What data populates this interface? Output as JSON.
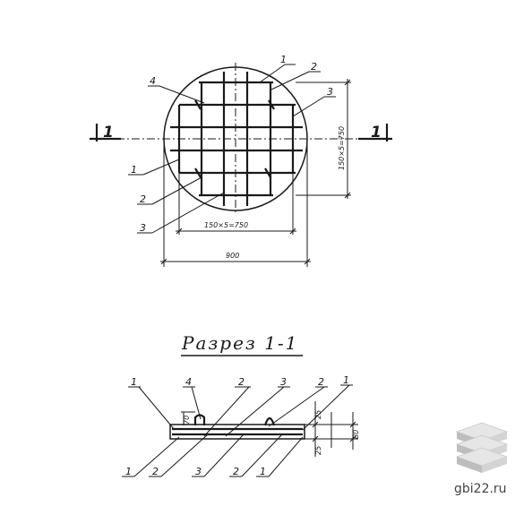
{
  "plan": {
    "section_mark_left": "1",
    "section_mark_right": "1",
    "callouts": {
      "top_1": "1",
      "top_2": "2",
      "top_3": "3",
      "top_4": "4",
      "left_1": "1",
      "left_2": "2",
      "left_3": "3"
    },
    "dim_horizontal_grid": "150×5=750",
    "dim_vertical_grid": "150×5=750",
    "dim_diameter": "900"
  },
  "section": {
    "title": "Разрез 1-1",
    "top_callouts": [
      "1",
      "4",
      "2",
      "3",
      "2",
      "1"
    ],
    "bottom_callouts": [
      "1",
      "2",
      "3",
      "2",
      "1"
    ],
    "dim_loop": "70",
    "dim_top": "25",
    "dim_bottom": "25",
    "dim_thickness": "80"
  },
  "watermark": {
    "site": "gbi22.ru"
  }
}
